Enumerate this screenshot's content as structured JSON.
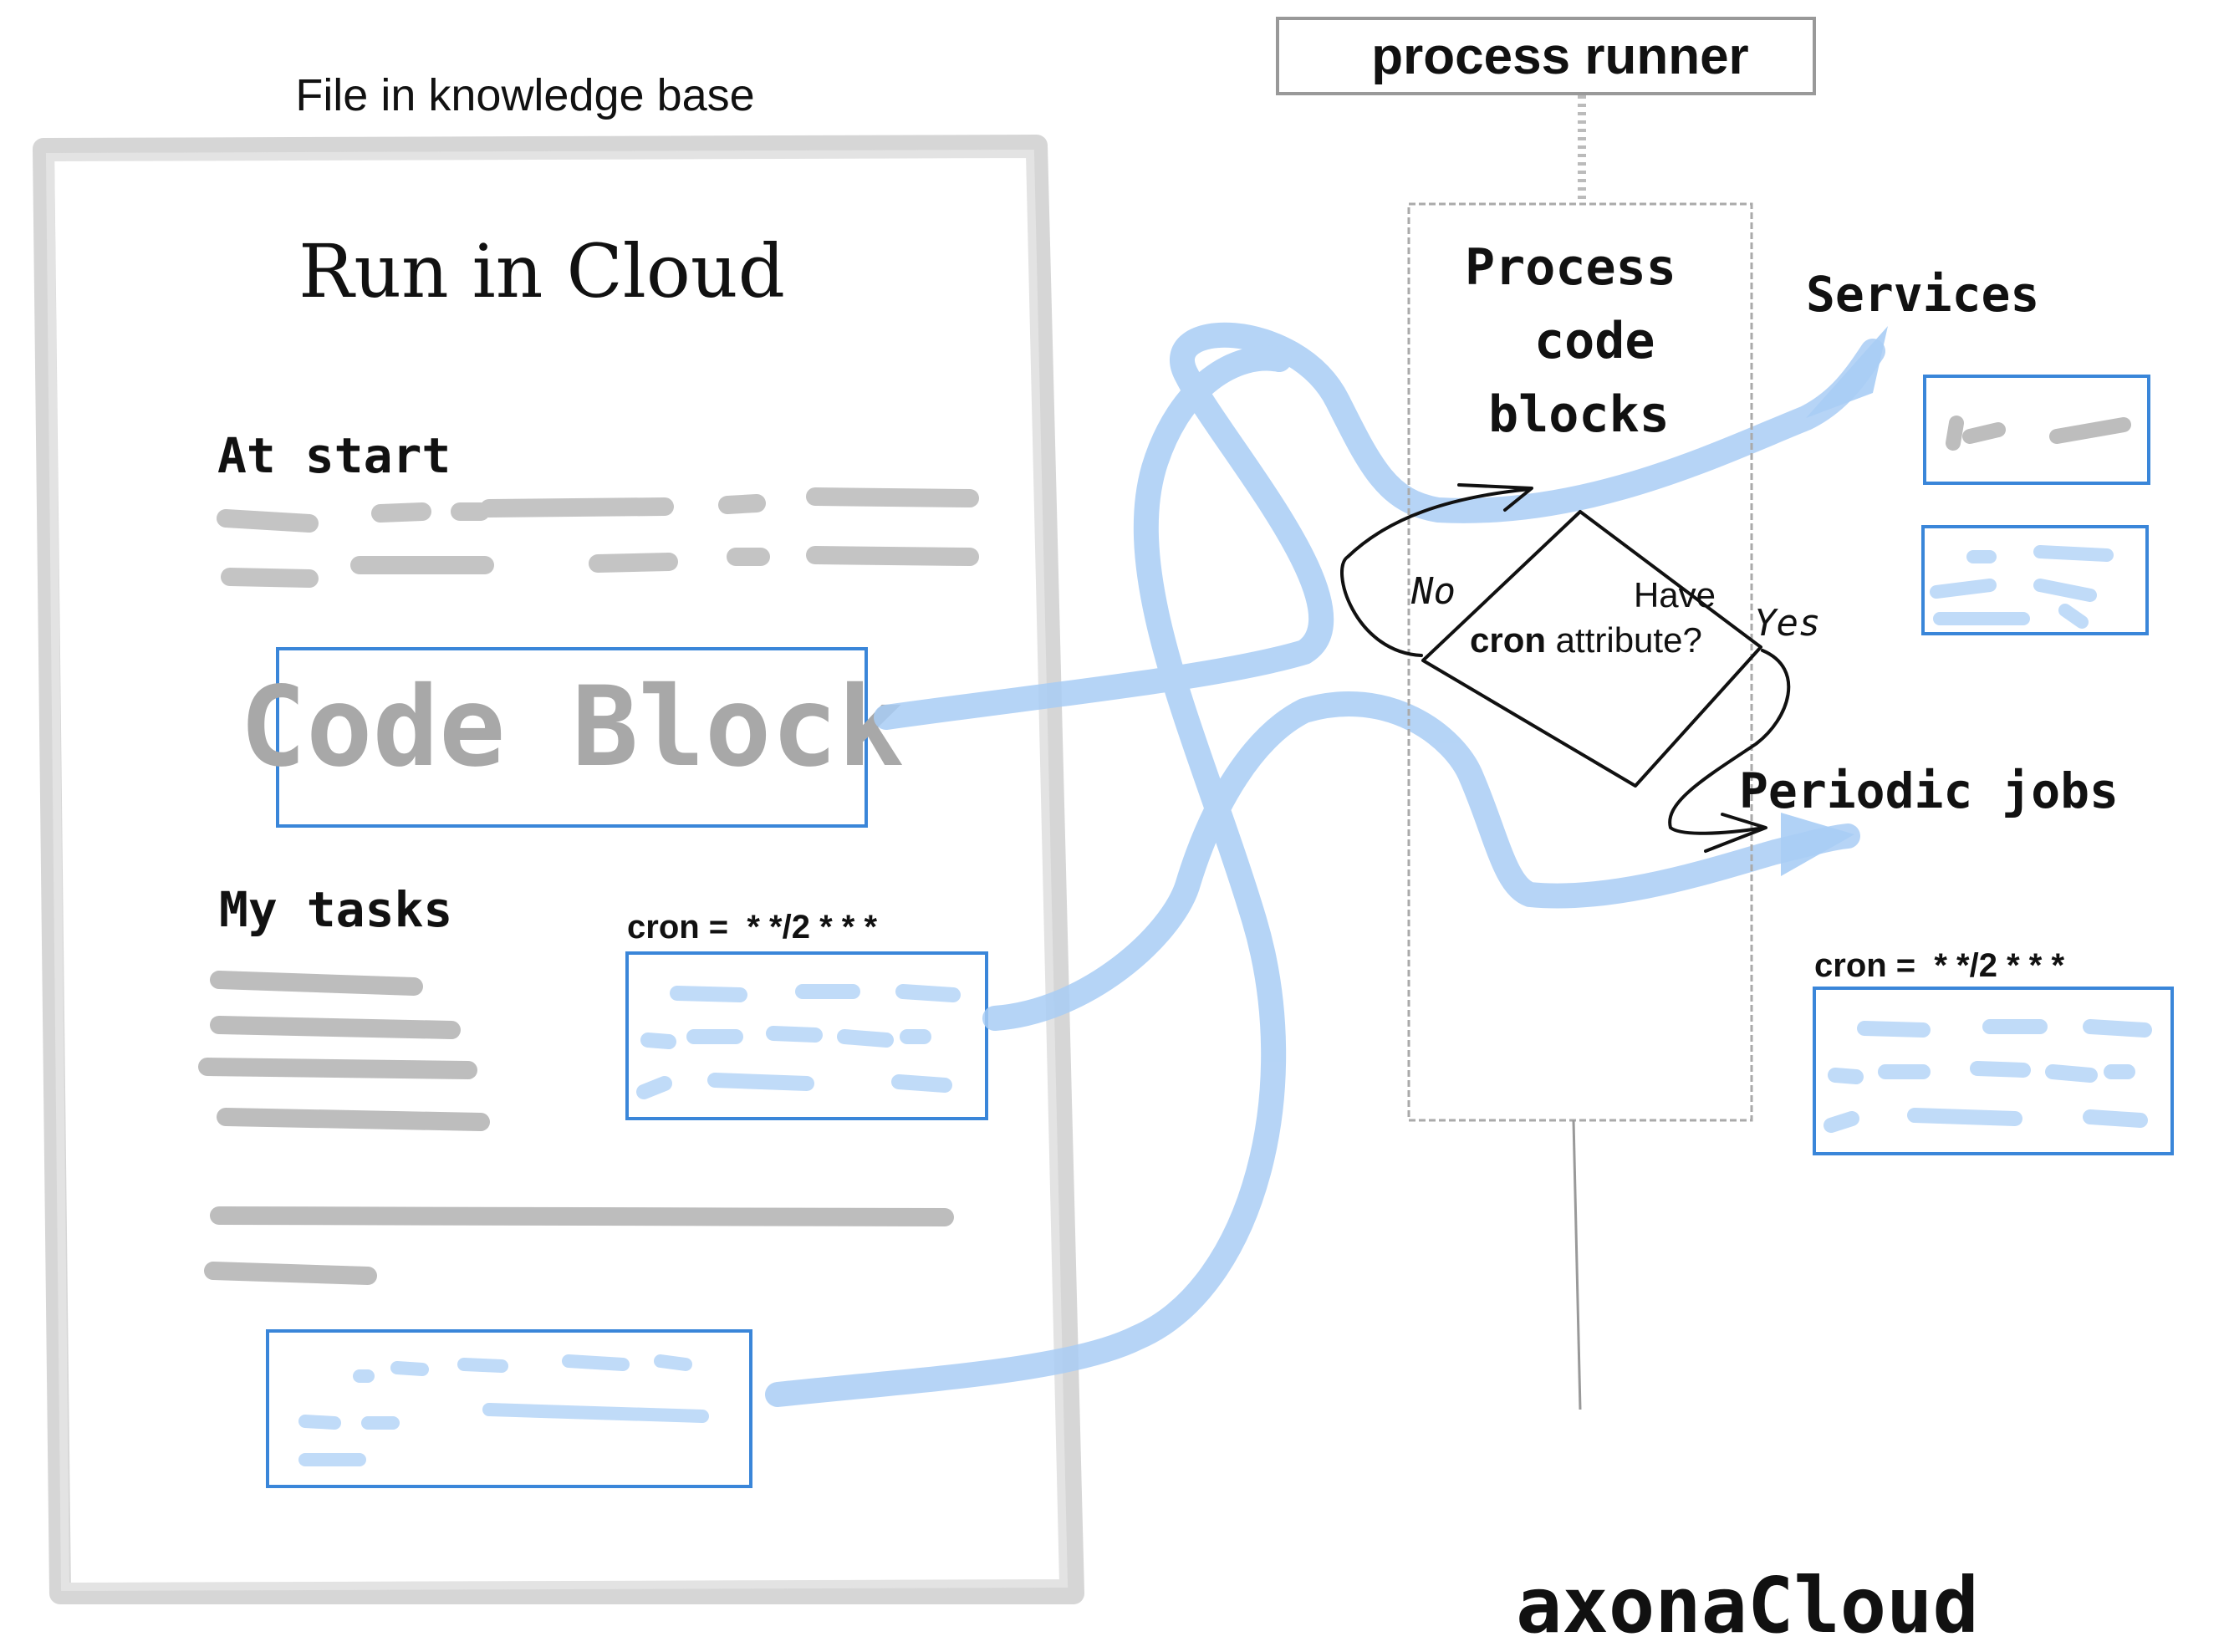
{
  "document": {
    "caption": "File in knowledge base",
    "title": "Run in Cloud",
    "at_start_label": "At start",
    "code_block_label": "Code Block",
    "my_tasks_label": "My tasks",
    "cron_label": "cron =  * */2 * * *"
  },
  "runner": {
    "title": "process runner",
    "process_lines": [
      "Process",
      "code",
      "blocks"
    ],
    "decision_line1": "Have",
    "decision_line2_bold": "cron",
    "decision_line2_rest": " attribute?",
    "no_label": "No",
    "yes_label": "Yes"
  },
  "outputs": {
    "services_label": "Services",
    "periodic_label": "Periodic jobs",
    "cron_label": "cron =  * */2 * * *"
  },
  "brand": "axonaCloud",
  "colors": {
    "box_blue": "#3a86d9",
    "flow_blue": "#a9cdf5",
    "sheet_gray": "#d6d6d6",
    "scribble_gray": "#bdbdbd",
    "ink": "#111111"
  }
}
